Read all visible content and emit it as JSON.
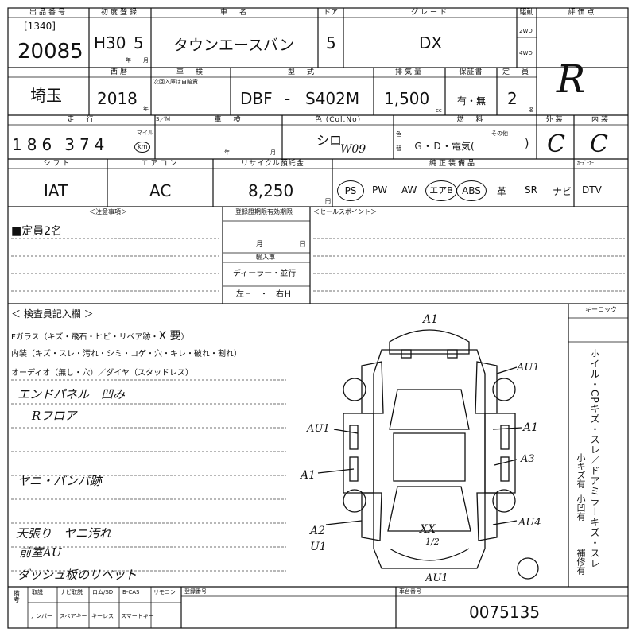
{
  "header": {
    "lot_label": "出品番号",
    "lot_code": "[1340]",
    "lot_number": "20085",
    "first_reg_label": "初度登録",
    "first_reg_era": "H30",
    "first_reg_month": "5",
    "nen": "年",
    "tsuki": "月",
    "car_name_label": "車　名",
    "car_name": "タウンエースバン",
    "doors_label": "ドア",
    "doors": "5",
    "grade_label": "グレード",
    "grade": "DX",
    "drive_label": "駆動",
    "drive_2wd": "2WD",
    "drive_4wd": "4WD",
    "rating_label": "評価点",
    "rating": "R"
  },
  "row2": {
    "region": "埼玉",
    "year_label": "西暦",
    "year": "2018",
    "year_unit": "年",
    "inspection_label": "車　検",
    "inspection_note": "次回入庫は自賠責",
    "model_label": "型　式",
    "model_prefix": "DBF",
    "model_dash": "-",
    "model": "S402M",
    "displacement_label": "排気量",
    "displacement": "1,500",
    "cc": "cc",
    "warranty_label": "保証書",
    "warranty": "有・無",
    "capacity_label": "定　員",
    "capacity": "2",
    "capacity_unit": "名"
  },
  "row3": {
    "mileage_label": "走　行",
    "mileage_digits": [
      "1",
      "8",
      "6",
      "3",
      "7",
      "4"
    ],
    "mile": "マイル",
    "km": "km",
    "swap_label": "S／Ｍ",
    "inspection2_label": "車　検",
    "nen": "年",
    "tsuki": "月",
    "color_label": "色 (Col.No)",
    "color": "シロ",
    "color_code": "W09",
    "color_change_1": "色",
    "color_change_2": "替",
    "fuel_label": "燃　料",
    "fuel": "Ｇ・Ｄ・電気(",
    "fuel_other": "その他",
    "fuel_close": ")",
    "exterior_label": "外装",
    "exterior": "C",
    "interior_label": "内装",
    "interior": "C"
  },
  "row4": {
    "shift_label": "シフト",
    "shift": "IAT",
    "ac_label": "エアコン",
    "ac": "AC",
    "recycle_label": "リサイクル預託金",
    "recycle": "8,250",
    "yen": "円",
    "equipment_label": "純正装備品",
    "equipment": [
      "PS",
      "PW",
      "AW",
      "エアB",
      "ABS",
      "革",
      "SR",
      "ナビ",
      "DTV"
    ],
    "tv_label": "ｶｰﾃﾞｰﾅｰ"
  },
  "notes": {
    "caution_label": "＜注意事項＞",
    "capacity_note": "■定員2名",
    "reg_deadline_label": "登録證期限有効期限",
    "tsuki": "月",
    "hi": "日",
    "import_label": "輸入車",
    "dealer": "ディーラー・並行",
    "handle": "左Ｈ　・　右Ｈ",
    "sales_point_label": "＜セールスポイント＞"
  },
  "inspector": {
    "title": "＜ 検査員記入欄 ＞",
    "glass": "Fガラス（キズ・飛石・ヒビ・リペア跡・",
    "glass_x": "X 要",
    "glass_close": "）",
    "interior_items": "内装（キズ・スレ・汚れ・シミ・コゲ・穴・キレ・破れ・割れ）",
    "audio": "オーディオ（無し・穴）／ダイヤ（スタッドレス）",
    "hw1": "エンドパネル　凹み",
    "hw2": "Rフロア",
    "hw3": "ヤニ・バンパ跡",
    "hw4": "天張り　ヤニ汚れ",
    "hw5": "前室AU",
    "hw6": "ダッシュ板のリベット"
  },
  "diagram": {
    "marks": [
      "A1",
      "AU1",
      "A1",
      "AU1",
      "A1",
      "A3",
      "A2",
      "U1",
      "AU4",
      "XX",
      "1/2",
      "AU1"
    ]
  },
  "side": {
    "key_label": "キーロック",
    "vertical": "ホイル・CPキズ・スレ／ドアミラーキズ・スレ",
    "small_scratch": "小キズ有",
    "small_dent": "小凹有",
    "repair": "補修有"
  },
  "footer": {
    "labels_top": [
      "取説",
      "ナビ取説",
      "ロム/SD",
      "B-CAS",
      "リモコン"
    ],
    "labels_bottom": [
      "ナンバー",
      "スペアキー",
      "キーレス",
      "スマートキー"
    ],
    "left_mark": "備考",
    "reg_number_label": "登録番号",
    "chassis_label": "車台番号",
    "chassis_number": "0075135"
  }
}
